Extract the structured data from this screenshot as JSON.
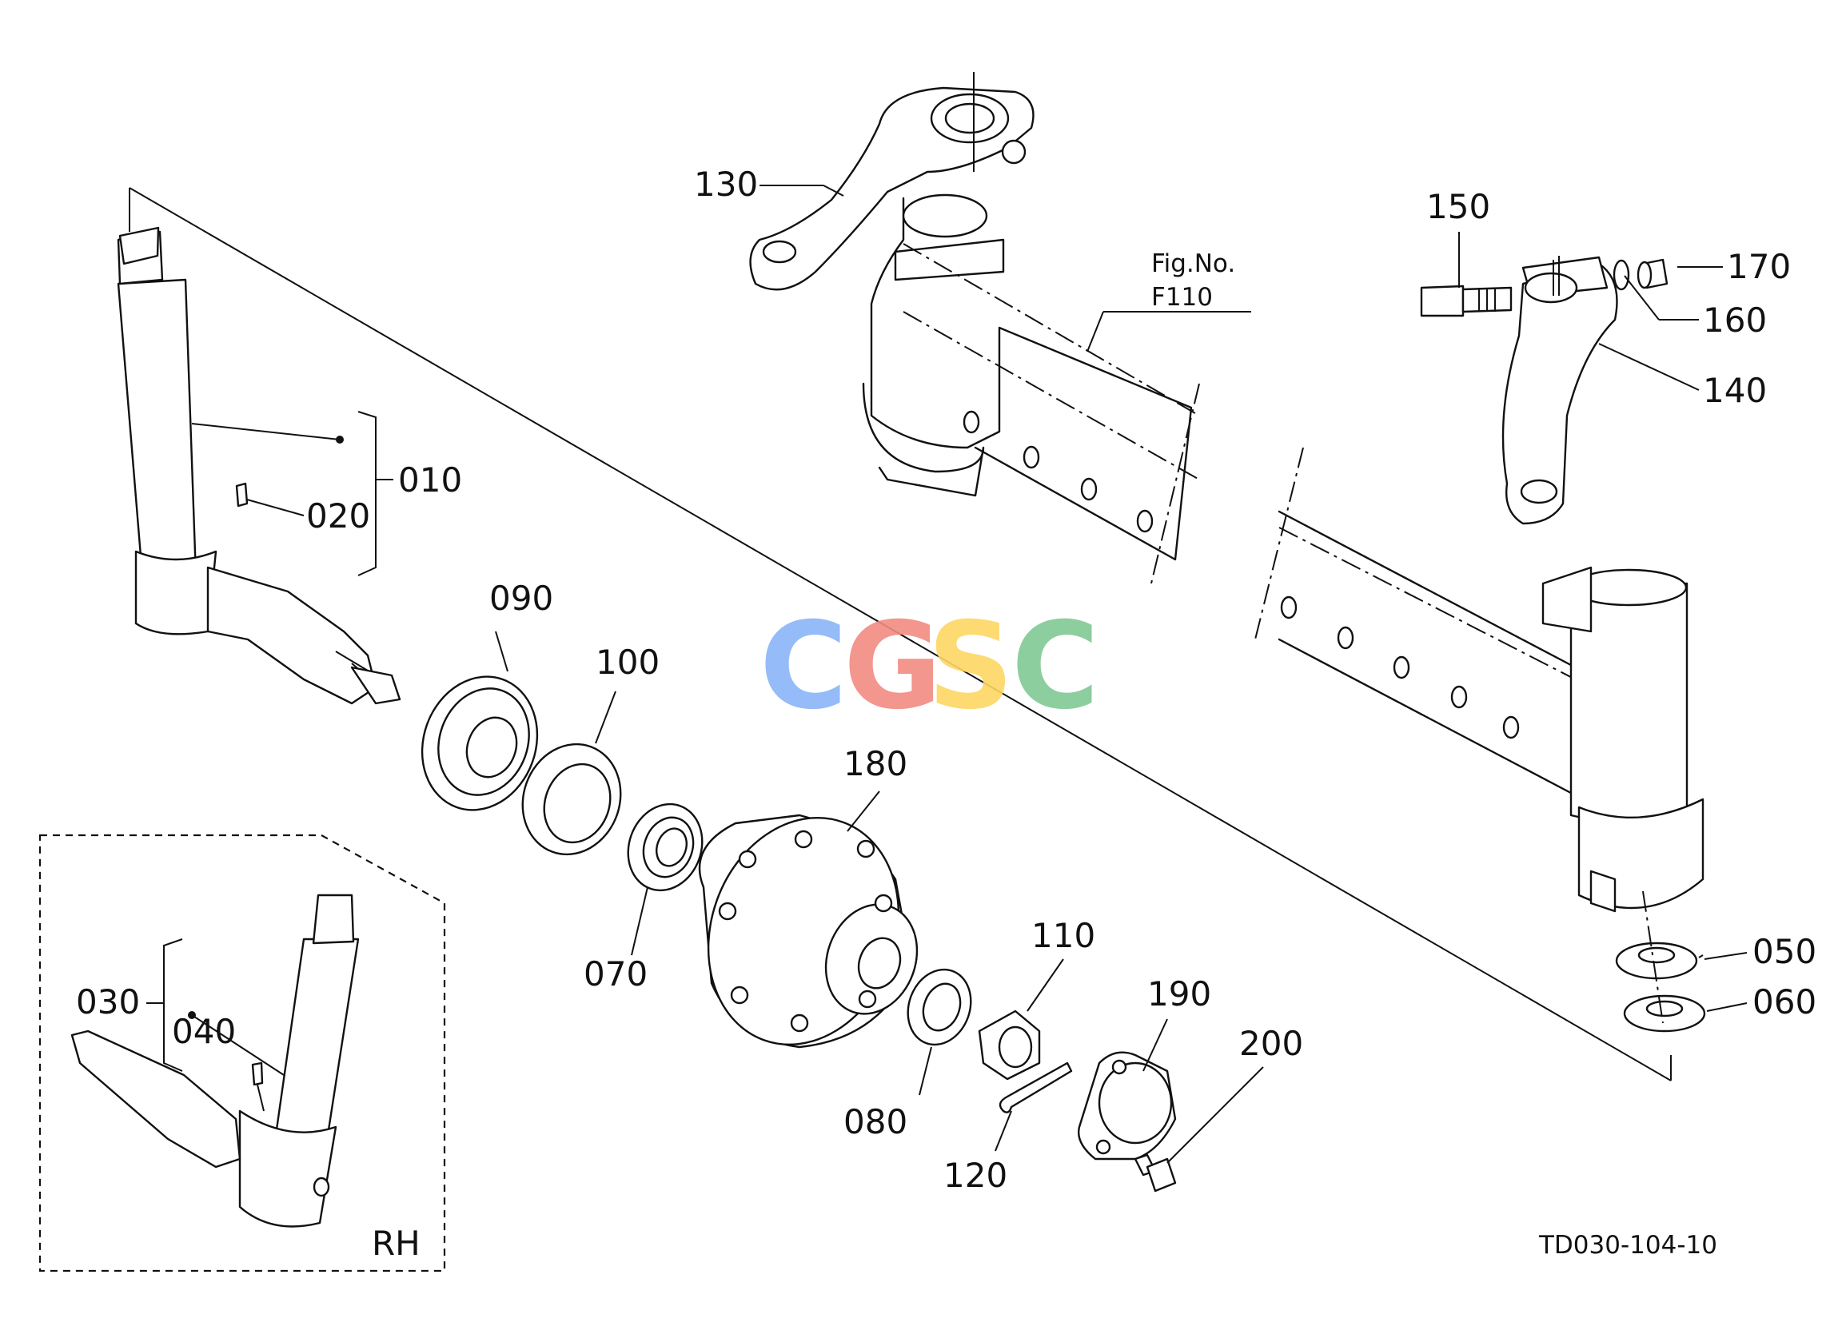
{
  "figure_ref": {
    "line1": "Fig.No.",
    "line2": "F110"
  },
  "drawing_code": "TD030-104-10",
  "inset_label": "RH",
  "watermark": {
    "letters": [
      "C",
      "G",
      "S",
      "C"
    ],
    "colors": [
      "#8ab4f8",
      "#f28b82",
      "#fdd663",
      "#81c995"
    ]
  },
  "callouts": {
    "p010": "010",
    "p020": "020",
    "p030": "030",
    "p040": "040",
    "p050": "050",
    "p060": "060",
    "p070": "070",
    "p080": "080",
    "p090": "090",
    "p100": "100",
    "p110": "110",
    "p120": "120",
    "p130": "130",
    "p140": "140",
    "p150": "150",
    "p160": "160",
    "p170": "170",
    "p180": "180",
    "p190": "190",
    "p200": "200"
  }
}
